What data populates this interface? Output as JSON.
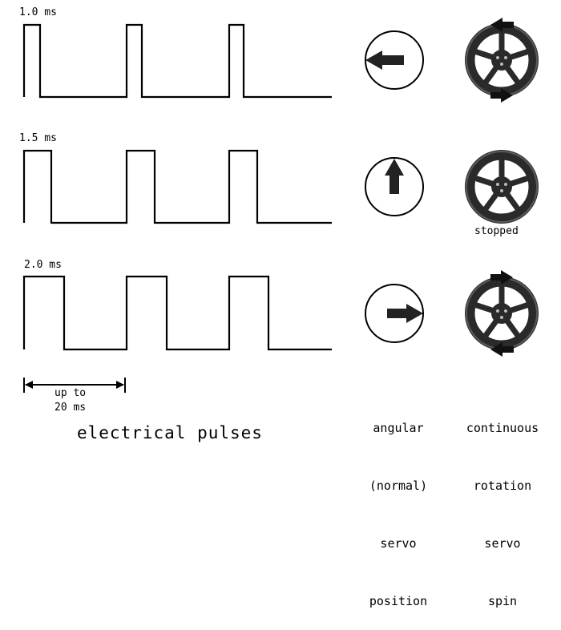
{
  "pulse_rows": [
    {
      "label": "1.0 ms",
      "position_arrow": "left-arrow-icon",
      "spin": "counter-clockwise",
      "spin_arrows": [
        "left",
        "right"
      ]
    },
    {
      "label": "1.5 ms",
      "position_arrow": "up-arrow-icon",
      "spin": "stopped",
      "wheel_caption": "stopped"
    },
    {
      "label": "2.0 ms",
      "position_arrow": "right-arrow-icon",
      "spin": "clockwise",
      "spin_arrows": [
        "right",
        "left"
      ]
    }
  ],
  "period": {
    "line1": "up to",
    "line2": "20 ms"
  },
  "captions": {
    "pulses": "electrical pulses",
    "angular": [
      "angular",
      "(normal)",
      "servo",
      "position"
    ],
    "continuous": [
      "continuous",
      "rotation",
      "servo",
      "spin"
    ]
  },
  "colors": {
    "ink": "#000000",
    "wheel": "#2a2a2a",
    "wheel_rim": "#5a5a5a",
    "background": "#ffffff"
  }
}
